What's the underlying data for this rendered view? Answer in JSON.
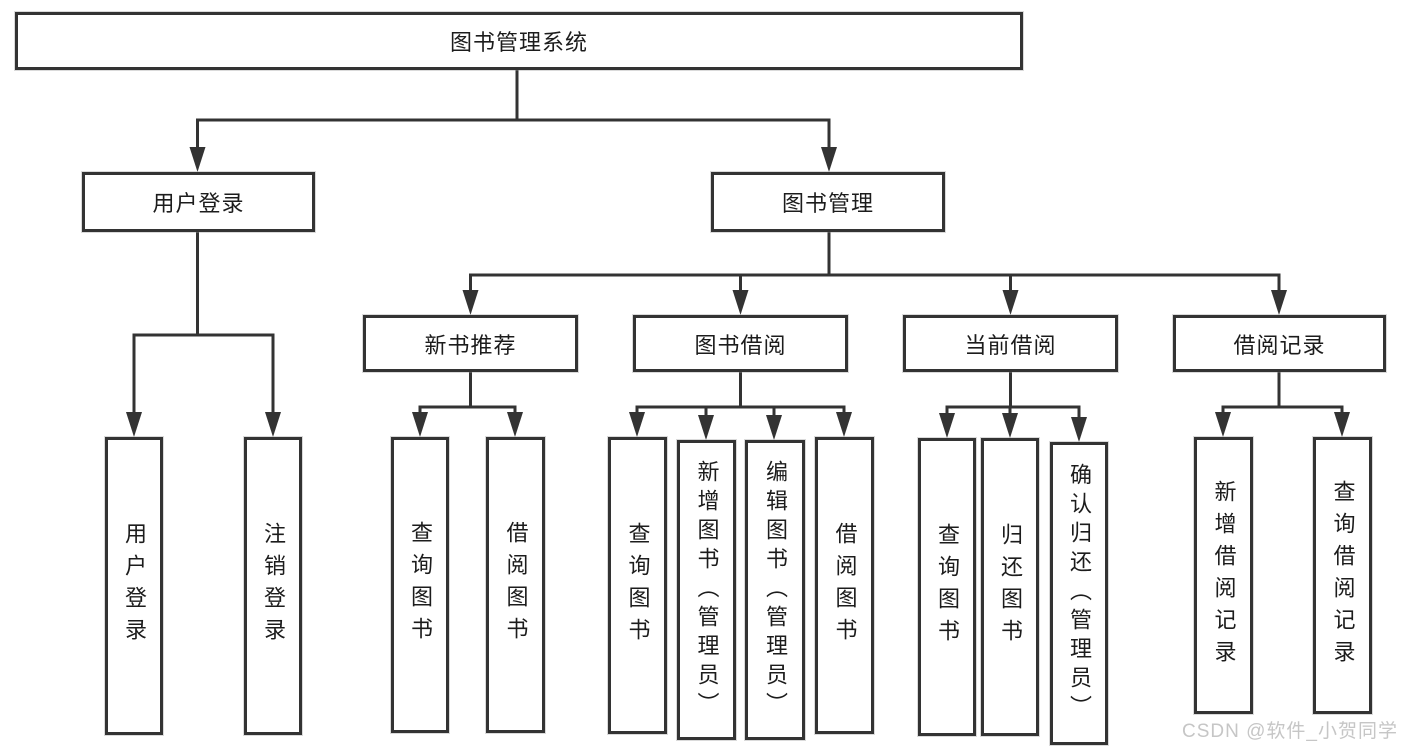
{
  "diagram": {
    "root": {
      "label": "图书管理系统"
    },
    "level2": {
      "user_login": {
        "label": "用户登录",
        "children": {
          "login": {
            "label": "用户登录"
          },
          "logout": {
            "label": "注销登录"
          }
        }
      },
      "book_mgmt": {
        "label": "图书管理",
        "children": {
          "new_books": {
            "label": "新书推荐",
            "children": {
              "query": {
                "label": "查询图书"
              },
              "borrow": {
                "label": "借阅图书"
              }
            }
          },
          "borrowing": {
            "label": "图书借阅",
            "children": {
              "query": {
                "label": "查询图书"
              },
              "add": {
                "label": "新增图书（管理员）"
              },
              "edit": {
                "label": "编辑图书（管理员）"
              },
              "borrow": {
                "label": "借阅图书"
              }
            }
          },
          "current": {
            "label": "当前借阅",
            "children": {
              "query": {
                "label": "查询图书"
              },
              "return": {
                "label": "归还图书"
              },
              "confirm": {
                "label": "确认归还（管理员）"
              }
            }
          },
          "records": {
            "label": "借阅记录",
            "children": {
              "add": {
                "label": "新增借阅记录"
              },
              "query": {
                "label": "查询借阅记录"
              }
            }
          }
        }
      }
    }
  },
  "watermark": {
    "text": "CSDN @软件_小贺同学"
  },
  "colors": {
    "line": "#333333",
    "text": "#1c1c1c",
    "watermark": "#c6c6c6",
    "background": "#ffffff"
  }
}
